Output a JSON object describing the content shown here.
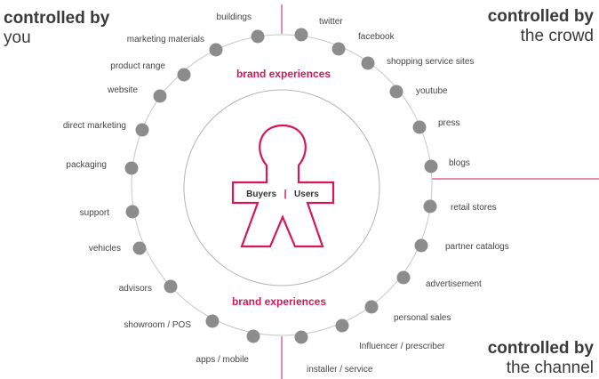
{
  "corners": {
    "you": {
      "bold": "controlled by",
      "regular": "you"
    },
    "crowd": {
      "bold": "controlled by",
      "regular": "the crowd"
    },
    "channel": {
      "bold": "controlled by",
      "regular": "the channel"
    }
  },
  "brand_top": "brand experiences",
  "brand_bottom": "brand experiences",
  "center": {
    "left": "Buyers",
    "separator": "|",
    "right": "Users"
  },
  "touchpoints_left": [
    "buildings",
    "marketing materials",
    "product range",
    "website",
    "direct marketing",
    "packaging",
    "support",
    "vehicles",
    "advisors",
    "showroom / POS",
    "apps / mobile"
  ],
  "touchpoints_right": [
    "twitter",
    "facebook",
    "shopping service sites",
    "youtube",
    "press",
    "blogs",
    "retail stores",
    "partner catalogs",
    "advertisement",
    "personal sales",
    "Influencer / prescriber",
    "installer / service"
  ],
  "colors": {
    "accent": "#d6175a",
    "dot": "#8c8c8c",
    "ring": "#c8c8c8",
    "text": "#444444"
  }
}
